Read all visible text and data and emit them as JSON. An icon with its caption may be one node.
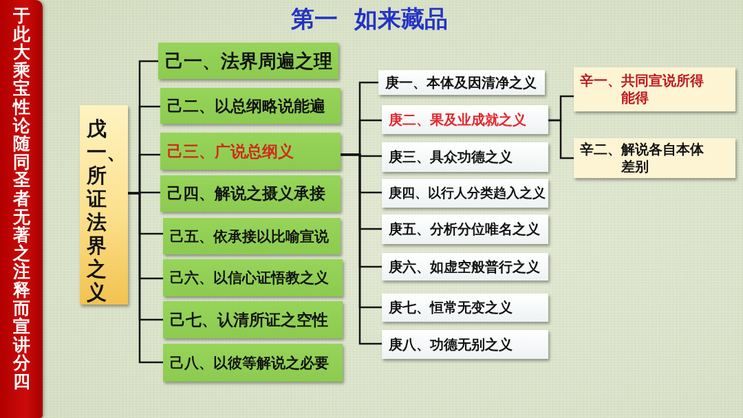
{
  "diagram": {
    "title": "第一  如来藏品",
    "nodes": [
      {
        "text": [
          "于此大乘宝性论随同圣者无著之注释而宣讲分四"
        ]
      },
      {
        "text": [
          "戊一、所证法界之义"
        ]
      },
      {
        "text": [
          "己一、法界周遍之理"
        ]
      },
      {
        "text": [
          "己二、以总纲略说能遍"
        ]
      },
      {
        "text": [
          "己三、广说总纲义"
        ]
      },
      {
        "text": [
          "己四、解说之摄义承接"
        ]
      },
      {
        "text": [
          "己五、依承接以比喻宣说"
        ]
      },
      {
        "text": [
          "己六、以信心证悟教之义"
        ]
      },
      {
        "text": [
          "己七、认清所证之空性"
        ]
      },
      {
        "text": [
          "己八、以彼等解说之必要"
        ]
      },
      {
        "text": [
          "庚一、本体及因清净之义"
        ]
      },
      {
        "text": [
          "庚二、果及业成就之义"
        ]
      },
      {
        "text": [
          "庚三、具众功德之义"
        ]
      },
      {
        "text": [
          "庚四、以行人分类趋入之义"
        ]
      },
      {
        "text": [
          "庚五、分析分位唯名之义"
        ]
      },
      {
        "text": [
          "庚六、如虚空般普行之义"
        ]
      },
      {
        "text": [
          "庚七、恒常无变之义"
        ]
      },
      {
        "text": [
          "庚八、功德无别之义"
        ]
      },
      {
        "text": [
          "辛一、共同宣说所得能得"
        ]
      },
      {
        "text": [
          "辛二、解说各自本体差别"
        ]
      }
    ],
    "edges": [
      {
        "from": 1,
        "to": 2,
        "arrow": "none"
      },
      {
        "from": 1,
        "to": 3,
        "arrow": "none"
      },
      {
        "from": 1,
        "to": 4,
        "arrow": "none"
      },
      {
        "from": 1,
        "to": 5,
        "arrow": "none"
      },
      {
        "from": 1,
        "to": 6,
        "arrow": "none"
      },
      {
        "from": 1,
        "to": 7,
        "arrow": "none"
      },
      {
        "from": 1,
        "to": 8,
        "arrow": "none"
      },
      {
        "from": 1,
        "to": 9,
        "arrow": "none"
      },
      {
        "from": 4,
        "to": 10,
        "arrow": "none"
      },
      {
        "from": 4,
        "to": 11,
        "arrow": "none"
      },
      {
        "from": 4,
        "to": 12,
        "arrow": "none"
      },
      {
        "from": 4,
        "to": 13,
        "arrow": "none"
      },
      {
        "from": 4,
        "to": 14,
        "arrow": "none"
      },
      {
        "from": 4,
        "to": 15,
        "arrow": "none"
      },
      {
        "from": 4,
        "to": 16,
        "arrow": "none"
      },
      {
        "from": 4,
        "to": 17,
        "arrow": "none"
      },
      {
        "from": 11,
        "to": 18,
        "arrow": "none"
      },
      {
        "from": 11,
        "to": 19,
        "arrow": "none"
      }
    ]
  }
}
